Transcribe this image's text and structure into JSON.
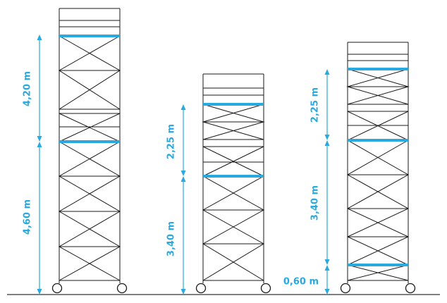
{
  "diagram": {
    "colors": {
      "frame": "#1a1a1a",
      "platform": "#29a9df",
      "dimension": "#29a9df",
      "ground": "#555555",
      "label": "#29a9df"
    },
    "towers": [
      {
        "id": "tower-1",
        "dimensions": [
          {
            "label": "4,20 m"
          },
          {
            "label": "4,60 m"
          }
        ]
      },
      {
        "id": "tower-2",
        "dimensions": [
          {
            "label": "2,25 m"
          },
          {
            "label": "3,40 m"
          }
        ]
      },
      {
        "id": "tower-3",
        "dimensions": [
          {
            "label": "2,25 m"
          },
          {
            "label": "3,40 m"
          },
          {
            "label": "0,60 m"
          }
        ]
      }
    ]
  }
}
